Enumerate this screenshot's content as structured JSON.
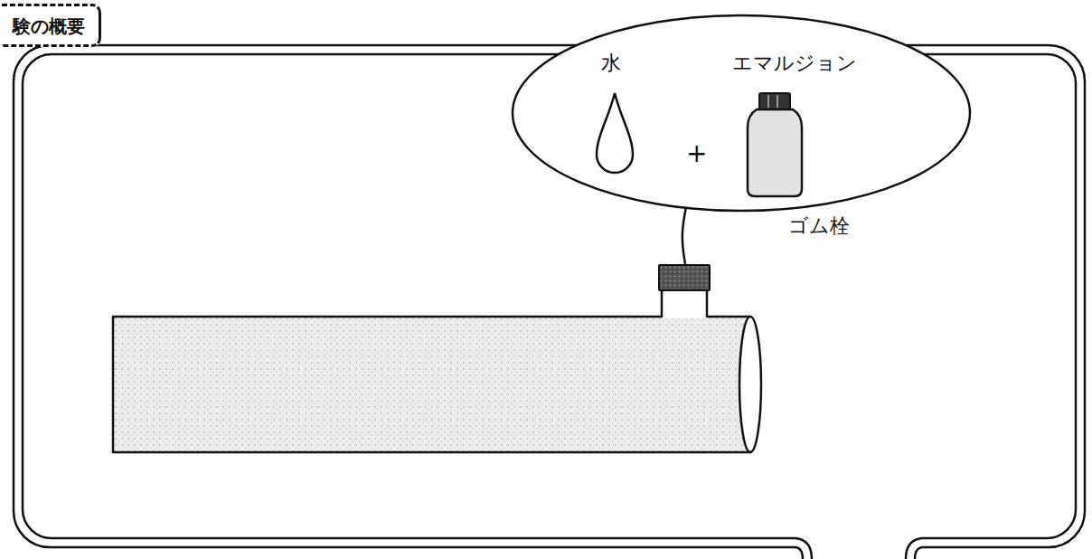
{
  "diagram": {
    "nodes": [
      {
        "text": [
          "験の概要"
        ]
      },
      {
        "text": [
          "水",
          "+",
          "エマルジョン"
        ]
      },
      {
        "text": [
          "ゴム栓"
        ]
      }
    ],
    "edges": [
      {
        "from": 1,
        "to": 2,
        "arrow": "none"
      }
    ]
  }
}
